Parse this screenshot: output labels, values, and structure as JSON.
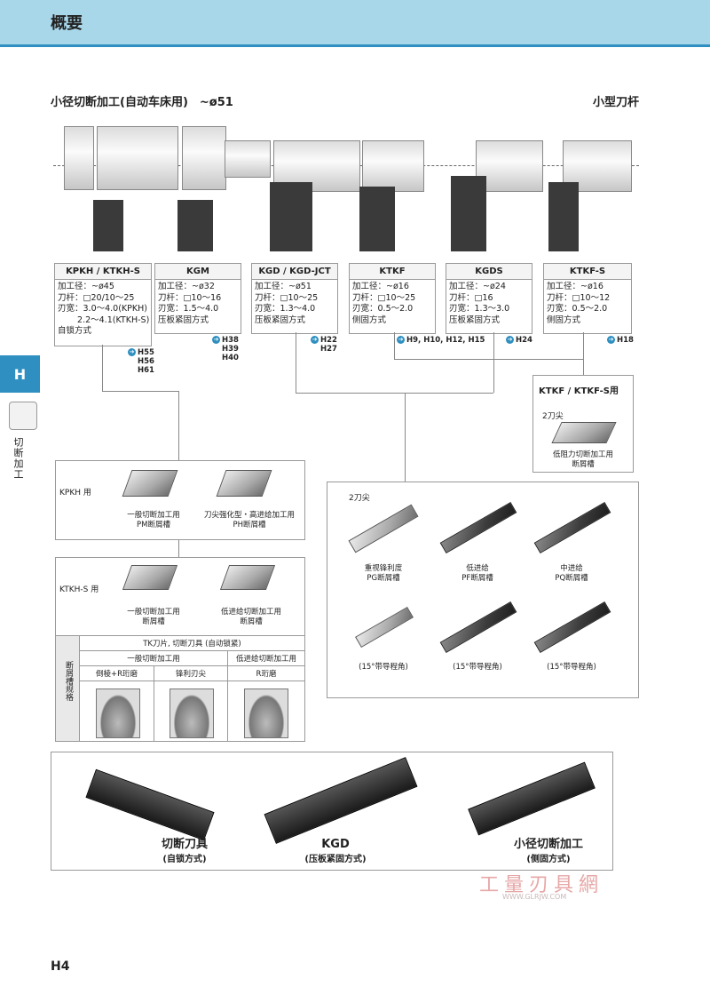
{
  "header": {
    "title": "概要"
  },
  "section": {
    "title": "小径切断加工(自动车床用)　~ø51",
    "right": "小型刀杆"
  },
  "side_tab": {
    "letter": "H",
    "label": "切断加工"
  },
  "specs": [
    {
      "name": "KPKH / KTKH-S",
      "lines": "加工径：~ø45\n刀杆：□20/10～25\n刃宽：3.0～4.0(KPKH)\n　　 2.2～4.1(KTKH-S)\n自锁方式"
    },
    {
      "name": "KGM",
      "lines": "加工径：~ø32\n刀杆：□10～16\n刃宽：1.5～4.0\n压板紧固方式"
    },
    {
      "name": "KGD / KGD-JCT",
      "lines": "加工径：~ø51\n刀杆：□10～25\n刃宽：1.3～4.0\n压板紧固方式"
    },
    {
      "name": "KTKF",
      "lines": "加工径：~ø16\n刀杆：□10～25\n刃宽：0.5～2.0\n侧固方式"
    },
    {
      "name": "KGDS",
      "lines": "加工径：~ø24\n刀杆：□16\n刃宽：1.3～3.0\n压板紧固方式"
    },
    {
      "name": "KTKF-S",
      "lines": "加工径：~ø16\n刀杆：□10～12\n刃宽：0.5～2.0\n侧固方式"
    }
  ],
  "refs": {
    "r1": "H55\nH56\nH61",
    "r2": "H38\nH39\nH40",
    "r3": "H22\nH27",
    "r4": "H9, H10, H12, H15",
    "r5": "H24",
    "r6": "H18"
  },
  "ktkf_box": {
    "title": "KTKF / KTKF-S用",
    "sub": "2刀尖",
    "cap": "低阻力切断加工用\n断屑槽"
  },
  "kpkh_box": {
    "label": "KPKH 用",
    "cap1": "一般切断加工用\nPM断屑槽",
    "cap2": "刀尖强化型・高进给加工用\nPH断屑槽"
  },
  "ktkh_box": {
    "label": "KTKH-S 用",
    "cap1": "一般切断加工用\n断屑槽",
    "cap2": "低进给切断加工用\n断屑槽"
  },
  "chip_table": {
    "side": "断屑槽规格",
    "top": "TK刀片, 切断刀具 (自动锁紧)",
    "g1": "一般切断加工用",
    "g2": "低进给切断加工用",
    "c1": "倒棱+R珩磨",
    "c2": "锋利刃尖",
    "c3": "R珩磨"
  },
  "inserts_box": {
    "sub": "2刀尖",
    "cap1": "重视锋利度\nPG断屑槽",
    "cap2": "低进给\nPF断屑槽",
    "cap3": "中进给\nPQ断屑槽",
    "cap4": "(15°带导程角)",
    "cap5": "(15°带导程角)",
    "cap6": "(15°带导程角)"
  },
  "tools": [
    {
      "title": "切断刀具",
      "sub": "(自锁方式)"
    },
    {
      "title": "KGD",
      "sub": "(压板紧固方式)"
    },
    {
      "title": "小径切断加工",
      "sub": "(侧固方式)"
    }
  ],
  "watermark": {
    "text": "工量刃具網",
    "url": "WWW.GLRJW.COM"
  },
  "page": "H4"
}
